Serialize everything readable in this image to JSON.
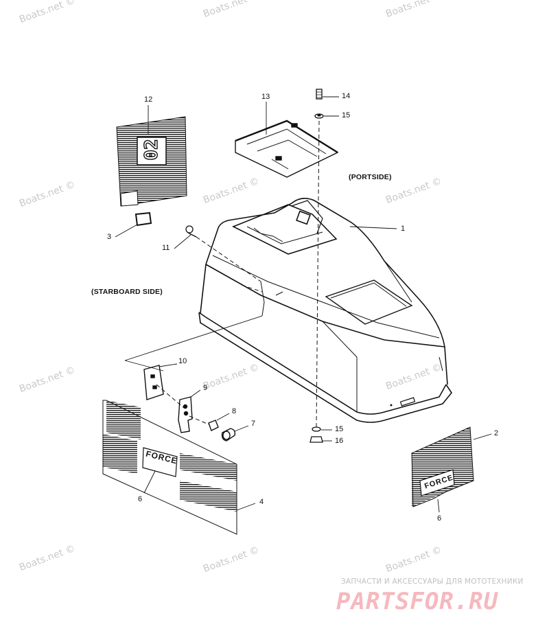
{
  "watermark_text": "Boats.net ©",
  "side_labels": {
    "portside": "(PORTSIDE)",
    "starboard": "(STARBOARD SIDE)"
  },
  "callouts": {
    "c1": "1",
    "c2": "2",
    "c3": "3",
    "c4": "4",
    "c6a": "6",
    "c6b": "6",
    "c7": "7",
    "c8": "8",
    "c9": "9",
    "c10": "10",
    "c11": "11",
    "c12": "12",
    "c13": "13",
    "c14": "14",
    "c15a": "15",
    "c15b": "15",
    "c16": "16"
  },
  "decal_12_text": "02",
  "decal_logo_text": "FORCE",
  "branding": {
    "tagline": "ЗАПЧАСТИ И АКСЕССУАРЫ ДЛЯ МОТОТЕХНИКИ",
    "site": "PARTSFOR.RU",
    "site_color": "#f6b8be"
  }
}
